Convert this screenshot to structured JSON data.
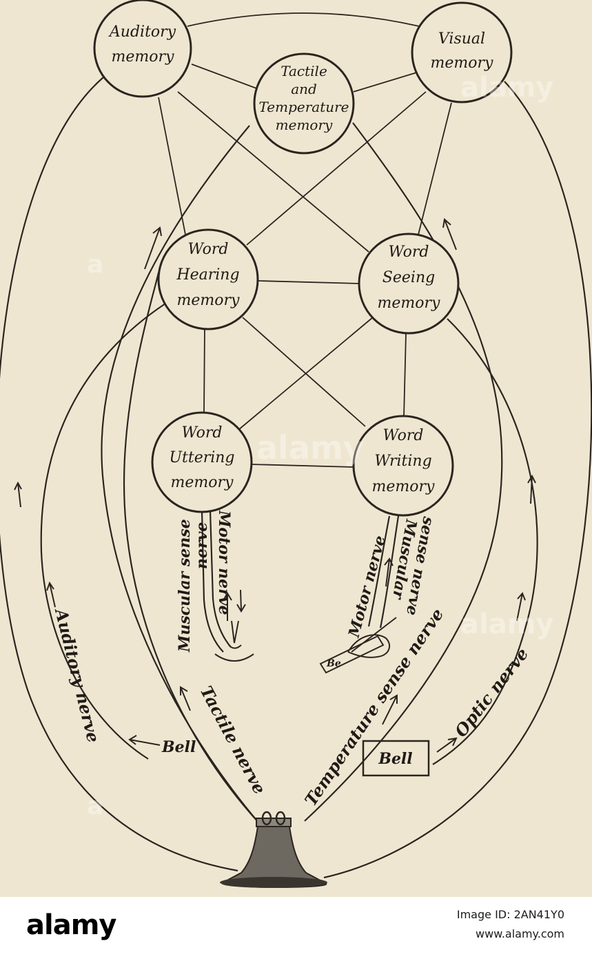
{
  "nodes": {
    "auditory": [
      "Auditory",
      "memory"
    ],
    "visual": [
      "Visual",
      "memory"
    ],
    "tactile": [
      "Tactile",
      "and",
      "Temperature",
      "memory"
    ],
    "word_hearing": [
      "Word",
      "Hearing",
      "memory"
    ],
    "word_seeing": [
      "Word",
      "Seeing",
      "memory"
    ],
    "word_uttering": [
      "Word",
      "Uttering",
      "memory"
    ],
    "word_writing": [
      "Word",
      "Writing",
      "memory"
    ]
  },
  "nerves": {
    "muscular_sense_nerve": [
      "Muscular sense",
      "nerve"
    ],
    "motor_nerve_left": "Motor nerve",
    "motor_nerve_right": "Motor nerve",
    "muscular_sense_nerve_right": [
      "Muscular",
      "sense nerve"
    ],
    "auditory_nerve": "Auditory nerve",
    "tactile_nerve": "Tactile nerve",
    "temperature_sense_nerve": "Temperature sense nerve",
    "optic_nerve": "Optic nerve"
  },
  "labels": {
    "bell_word": "Bell",
    "bell_box": "Bell",
    "paper_text": "Be"
  },
  "watermarks": {
    "mark": "alamy",
    "mark_alt": "a"
  },
  "footer": {
    "brand": "alamy",
    "image_id": "Image ID: 2AN41Y0",
    "site": "www.alamy.com"
  },
  "colors": {
    "paper": "#efe6d1",
    "ink": "#2b2520"
  }
}
